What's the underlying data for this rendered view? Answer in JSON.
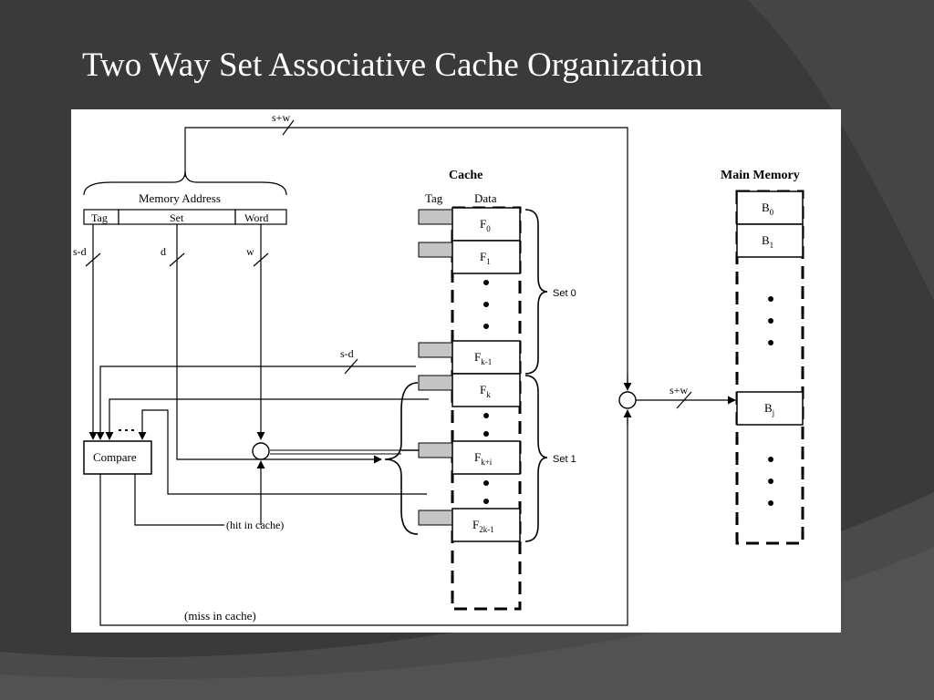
{
  "slide": {
    "title": "Two Way Set Associative Cache Organization"
  },
  "diagram": {
    "memory_address": {
      "label": "Memory Address",
      "fields": [
        "Tag",
        "Set",
        "Word"
      ],
      "width_label": "s+w",
      "tag_bits": "s-d",
      "set_bits": "d",
      "word_bits": "w"
    },
    "comparator": {
      "label": "Compare",
      "hit_label": "(hit in cache)",
      "miss_label": "(miss in cache)",
      "tag_path_bits": "s-d"
    },
    "cache": {
      "title": "Cache",
      "col_tag": "Tag",
      "col_data": "Data",
      "lines": [
        {
          "base": "F",
          "sub": "0"
        },
        {
          "base": "F",
          "sub": "1"
        },
        {
          "base": "F",
          "sub": "k-1"
        },
        {
          "base": "F",
          "sub": "k"
        },
        {
          "base": "F",
          "sub": "k+i"
        },
        {
          "base": "F",
          "sub": "2k-1"
        }
      ],
      "set_labels": [
        "Set 0",
        "Set 1"
      ]
    },
    "main_memory": {
      "title": "Main Memory",
      "blocks": [
        {
          "base": "B",
          "sub": "0"
        },
        {
          "base": "B",
          "sub": "1"
        },
        {
          "base": "B",
          "sub": "j"
        }
      ],
      "bus_label": "s+w"
    }
  }
}
